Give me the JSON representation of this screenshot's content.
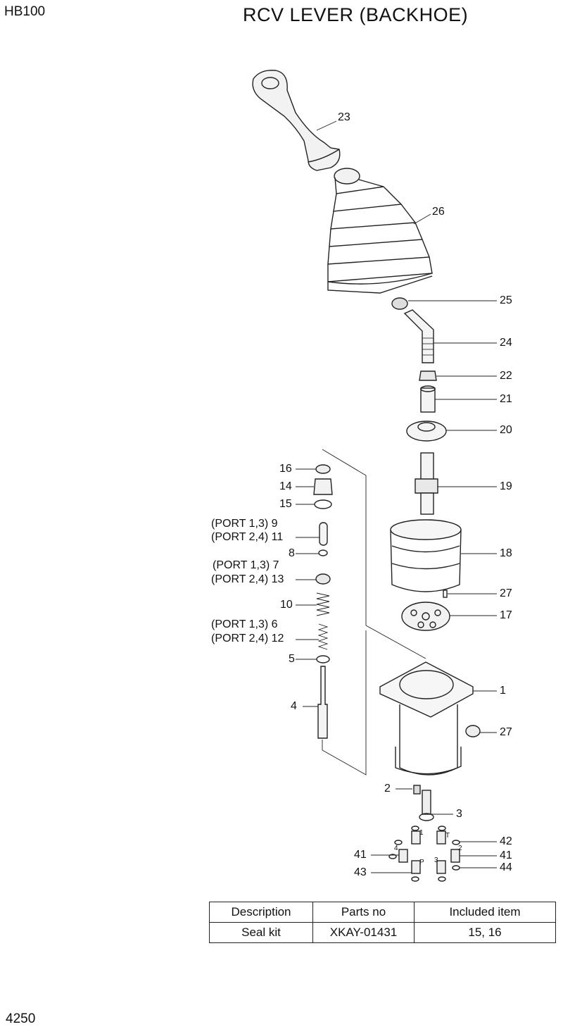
{
  "header": {
    "model": "HB100",
    "title": "RCV LEVER (BACKHOE)"
  },
  "footer": {
    "page_number": "4250"
  },
  "callouts": {
    "c23": "23",
    "c26": "26",
    "c25": "25",
    "c24": "24",
    "c22": "22",
    "c21": "21",
    "c20": "20",
    "c19": "19",
    "c18": "18",
    "c27a": "27",
    "c17": "17",
    "c1": "1",
    "c27b": "27",
    "c2": "2",
    "c3": "3",
    "c42": "42",
    "c41a": "41",
    "c41b": "41",
    "c44": "44",
    "c43": "43",
    "c16": "16",
    "c14": "14",
    "c15": "15",
    "c9": "(PORT 1,3)  9",
    "c11": "(PORT 2,4) 11",
    "c8": "8",
    "c7": "(PORT 1,3) 7",
    "c13": "(PORT 2,4) 13",
    "c10": "10",
    "c6": "(PORT 1,3)  6",
    "c12": "(PORT 2,4) 12",
    "c5": "5",
    "c4": "4",
    "port1": "1",
    "portT": "T",
    "port4": "4",
    "portP": "P",
    "port3": "3",
    "port2": "2"
  },
  "kit_table": {
    "headers": [
      "Description",
      "Parts no",
      "Included item"
    ],
    "rows": [
      [
        "Seal kit",
        "XKAY-01431",
        "15, 16"
      ]
    ]
  }
}
